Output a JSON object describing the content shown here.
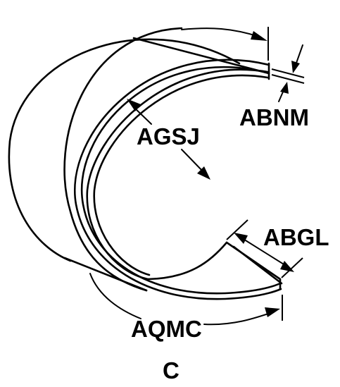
{
  "labels": {
    "abnm": "ABNM",
    "agsj": "AGSJ",
    "abgl": "ABGL",
    "aqmc": "AQMC",
    "view": "C"
  },
  "colors": {
    "ink": "#000000",
    "background": "#ffffff"
  }
}
